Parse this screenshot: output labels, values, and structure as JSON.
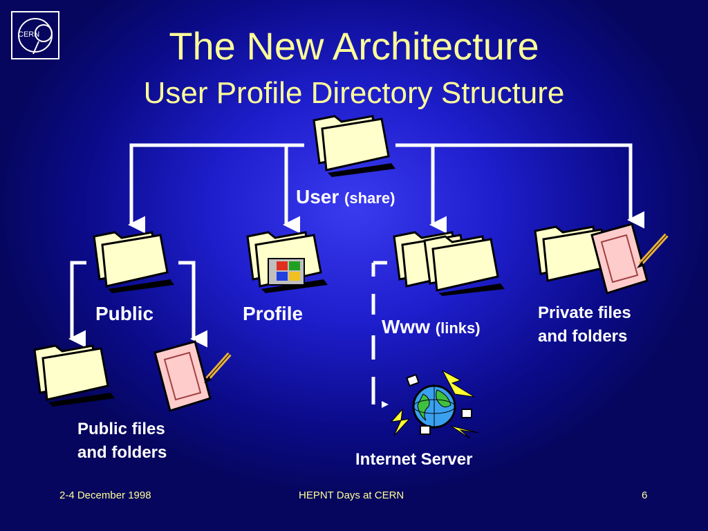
{
  "logo": {
    "text": "CERN"
  },
  "title": "The New Architecture",
  "subtitle": "User Profile Directory Structure",
  "nodes": {
    "user": {
      "label": "User",
      "note": "(share)"
    },
    "public": {
      "label": "Public"
    },
    "profile": {
      "label": "Profile"
    },
    "www": {
      "label": "Www",
      "note": "(links)"
    },
    "private": {
      "line1": "Private files",
      "line2": "and folders"
    },
    "public_files": {
      "line1": "Public files",
      "line2": "and folders"
    },
    "internet": {
      "label": "Internet Server"
    }
  },
  "footer": {
    "date": "2-4 December 1998",
    "event": "HEPNT Days at CERN",
    "page": "6"
  },
  "colors": {
    "title": "#ffff99",
    "label": "#ffffff",
    "folder": "#ffffcc",
    "document": "#ffcccc",
    "connector": "#ffffff"
  }
}
